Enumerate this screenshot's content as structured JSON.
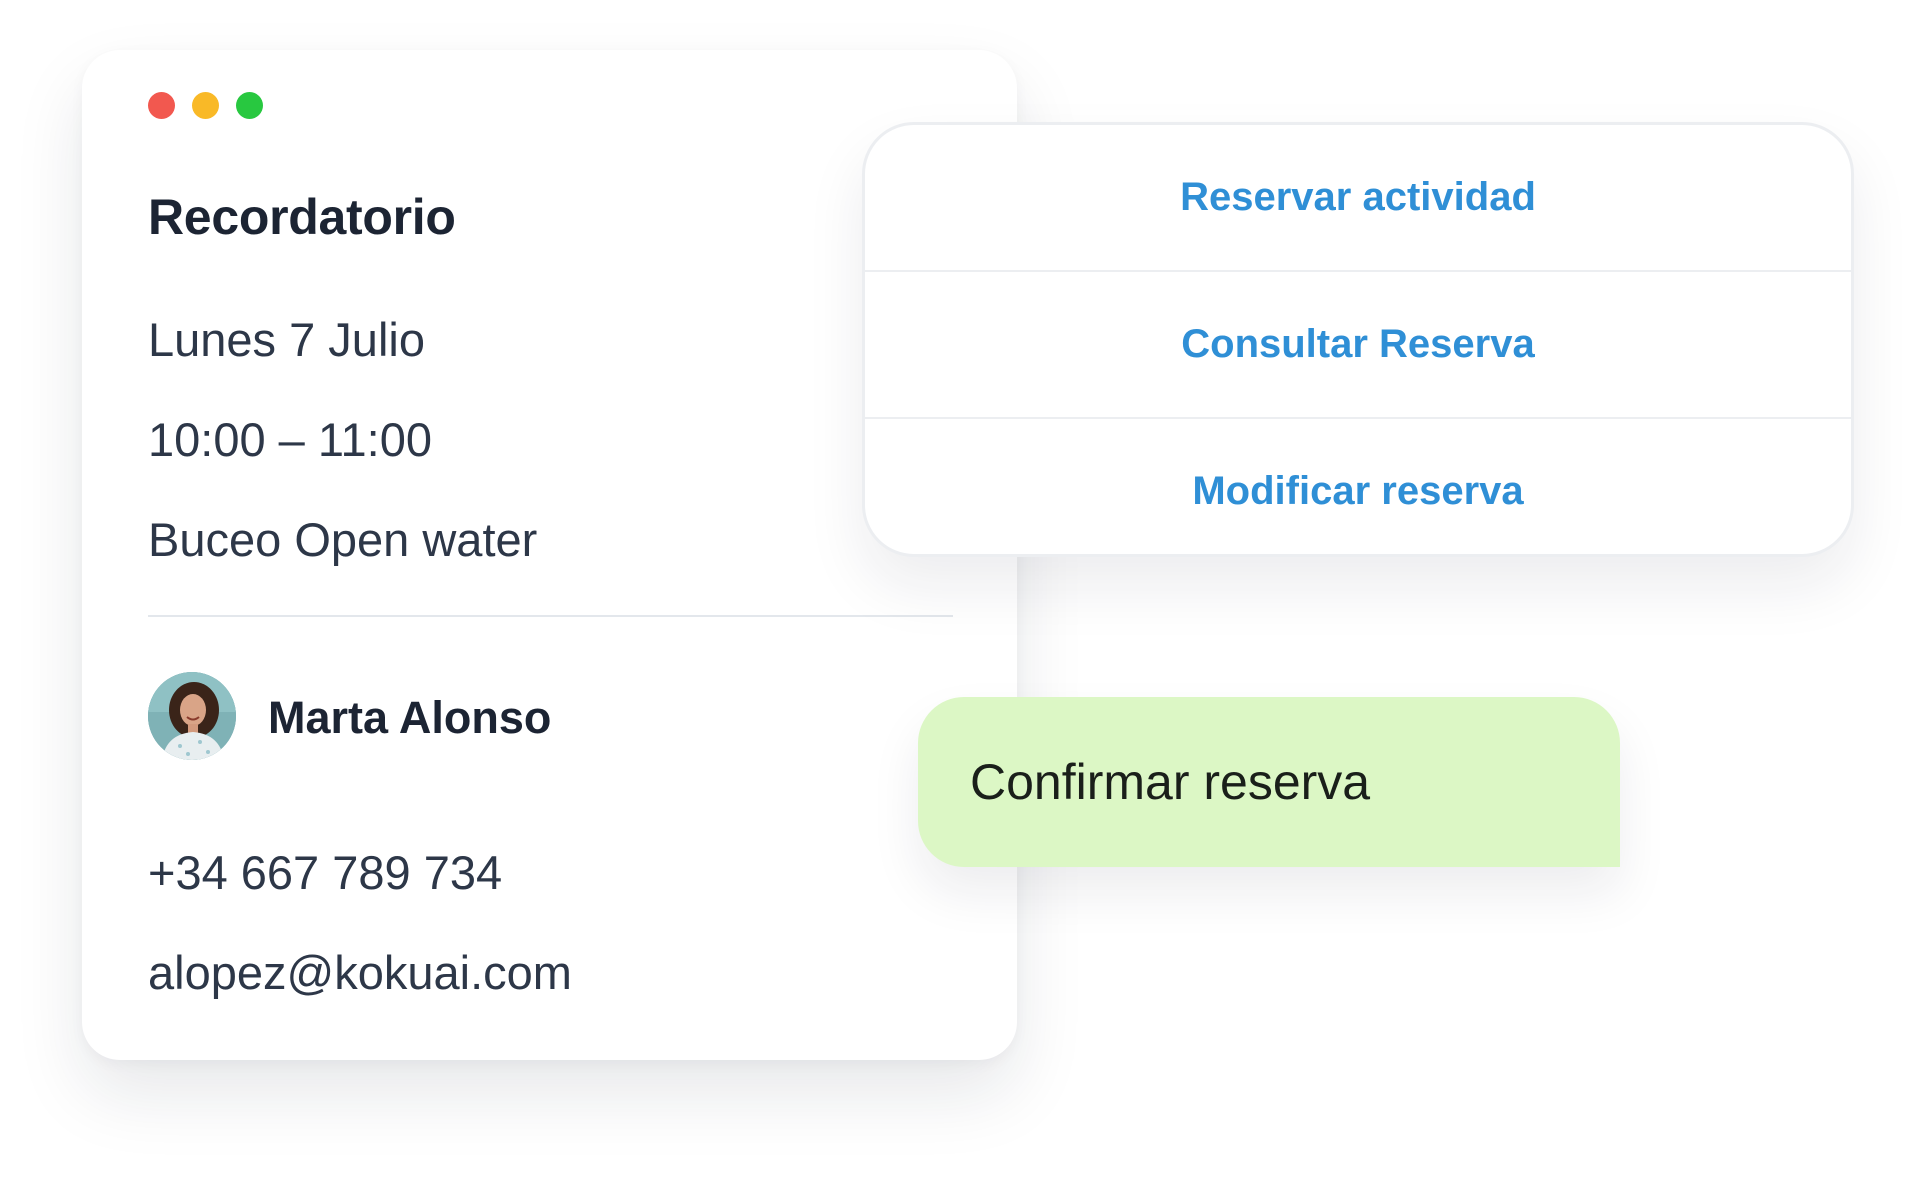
{
  "colors": {
    "dot_close": "#f2584f",
    "dot_minimize": "#f9b927",
    "dot_maximize": "#28c840",
    "accent_link": "#2f8fd6",
    "confirm_bubble": "#dcf7c5"
  },
  "reminder": {
    "title": "Recordatorio",
    "date": "Lunes 7 Julio",
    "time": "10:00 – 11:00",
    "activity": "Buceo Open water",
    "contact": {
      "name": "Marta Alonso",
      "phone": "+34 667 789 734",
      "email": "alopez@kokuai.com"
    }
  },
  "menu": {
    "items": [
      {
        "label": "Reservar actividad"
      },
      {
        "label": "Consultar Reserva"
      },
      {
        "label": "Modificar reserva"
      }
    ]
  },
  "confirm": {
    "label": "Confirmar reserva"
  }
}
